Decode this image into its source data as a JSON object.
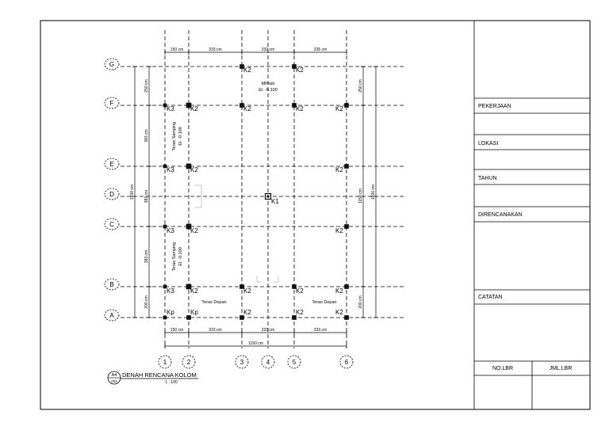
{
  "plan": {
    "grid_rows": [
      "G",
      "F",
      "E",
      "D",
      "C",
      "B",
      "A"
    ],
    "grid_cols": [
      "1",
      "2",
      "3",
      "4",
      "5",
      "6"
    ],
    "top_dims": [
      "150 cm",
      "333 cm",
      "332 cm",
      "335 cm"
    ],
    "bottom_dims": [
      "150 cm",
      "333 cm",
      "333 cm",
      "333 cm"
    ],
    "bottom_total": "1150 cm",
    "left_dims": [
      "250 cm",
      "383 cm",
      "383 cm",
      "383 cm",
      "200 cm"
    ],
    "left_total": "1600 cm",
    "right_dims": [
      "250 cm",
      "1150 cm",
      "200 cm"
    ],
    "right_total": "1600 cm",
    "columns": [
      {
        "label": "K2"
      },
      {
        "label": "K2"
      },
      {
        "label": "K3"
      },
      {
        "label": "K2"
      },
      {
        "label": "K2"
      },
      {
        "label": "K2"
      },
      {
        "label": "K2"
      },
      {
        "label": "K3"
      },
      {
        "label": "K2"
      },
      {
        "label": "K2"
      },
      {
        "label": "K1"
      },
      {
        "label": "K3"
      },
      {
        "label": "K2"
      },
      {
        "label": "K2"
      },
      {
        "label": "K3"
      },
      {
        "label": "K2"
      },
      {
        "label": "K2"
      },
      {
        "label": "K2"
      },
      {
        "label": "K2"
      },
      {
        "label": "Kp"
      },
      {
        "label": "Kp"
      },
      {
        "label": "K2"
      },
      {
        "label": "K2"
      },
      {
        "label": "K2"
      }
    ],
    "mihrab_label": "Mihrab",
    "mihrab_elev": "El. -0.100",
    "teras_samping_label": "Teras Samping",
    "teras_samping_elev": "El. -0.100",
    "teras_depan_left": "Teras Depan",
    "teras_depan_right": "Teras Depan",
    "view_marker_top": "A4",
    "view_marker_bottom": "001",
    "drawing_title": "DENAH RENCANA KOLOM",
    "drawing_scale": "1 : 100"
  },
  "title_block": {
    "pekerjaan": "PEKERJAAN",
    "lokasi": "LOKASI",
    "tahun": "TAHUN",
    "direncanakan": "DIRENCANAKAN",
    "catatan": "CATATAN",
    "no_lbr": "NO.LBR",
    "jml_lbr": "JML.LBR"
  }
}
